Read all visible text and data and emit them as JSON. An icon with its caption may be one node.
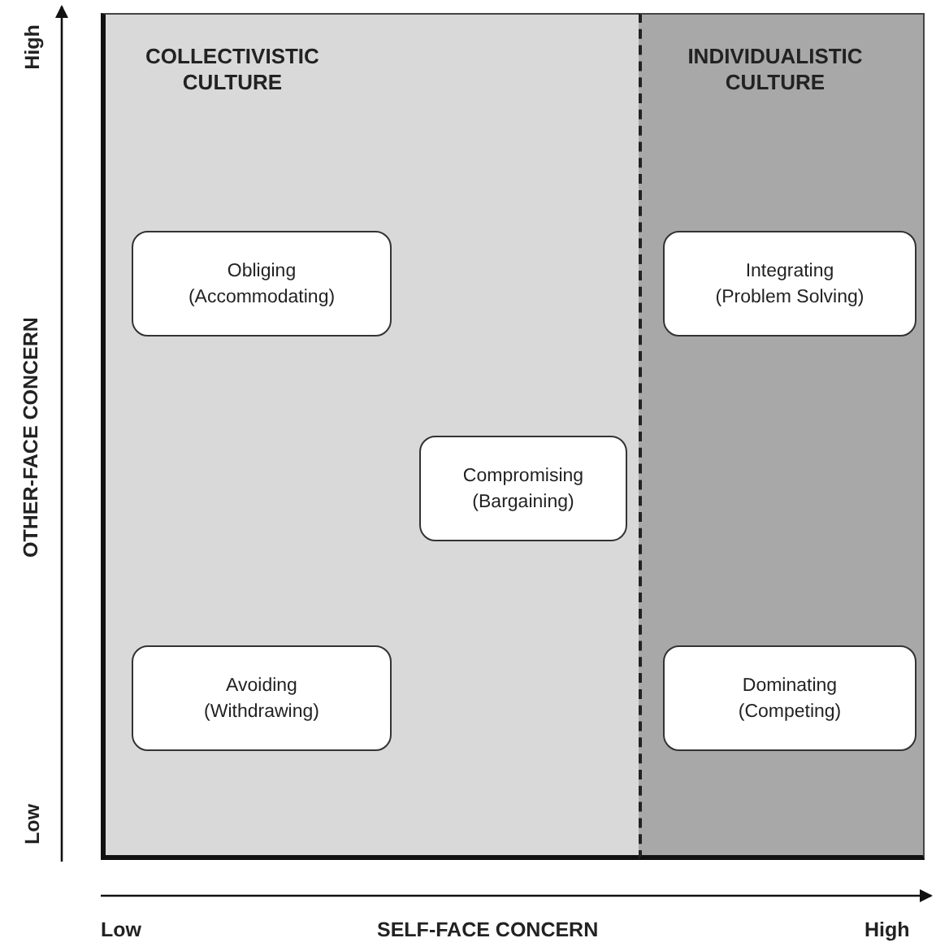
{
  "diagram": {
    "nodes": [
      {
        "text": [
          "COLLECTIVISTIC CULTURE"
        ]
      },
      {
        "text": [
          "INDIVIDUALISTIC CULTURE"
        ]
      },
      {
        "text": [
          "Obliging",
          "(Accommodating)"
        ],
        "in": 0
      },
      {
        "text": [
          "Integrating",
          "(Problem Solving)"
        ],
        "in": 1
      },
      {
        "text": [
          "Compromising",
          "(Bargaining)"
        ],
        "in": 0
      },
      {
        "text": [
          "Avoiding",
          "(Withdrawing)"
        ],
        "in": 0
      },
      {
        "text": [
          "Dominating",
          "(Competing)"
        ],
        "in": 1
      }
    ],
    "labels": [
      "High",
      "OTHER-FACE CONCERN",
      "Low",
      "Low",
      "SELF-FACE CONCERN",
      "High"
    ]
  }
}
